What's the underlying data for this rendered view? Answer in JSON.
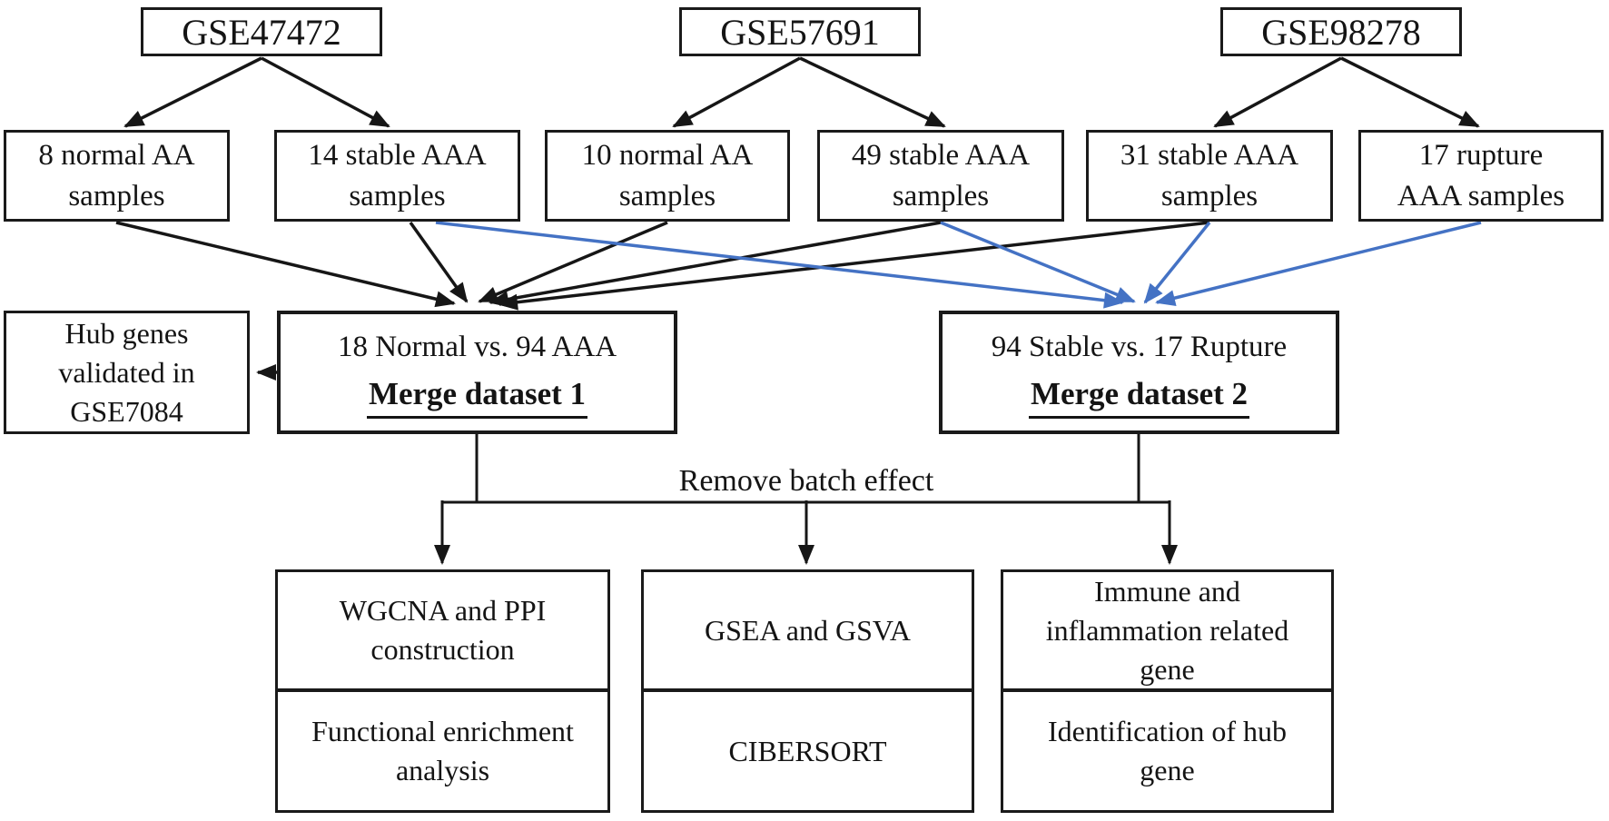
{
  "figure": {
    "title": "Study design flowchart",
    "background_color": "#ffffff",
    "line_color_black": "#161616",
    "line_color_blue": "#4472c4"
  },
  "datasets": [
    {
      "label": "GSE47472"
    },
    {
      "label": "GSE57691"
    },
    {
      "label": "GSE98278"
    }
  ],
  "samples": [
    {
      "lines": [
        "8 normal AA",
        "samples"
      ]
    },
    {
      "lines": [
        "14 stable AAA",
        "samples"
      ]
    },
    {
      "lines": [
        "10 normal AA",
        "samples"
      ]
    },
    {
      "lines": [
        "49 stable AAA",
        "samples"
      ]
    },
    {
      "lines": [
        "31 stable AAA",
        "samples"
      ]
    },
    {
      "lines": [
        "17 rupture",
        "AAA samples"
      ]
    }
  ],
  "merges": {
    "merge1": {
      "line1": "18 Normal vs. 94 AAA",
      "line2": "Merge dataset 1"
    },
    "merge2": {
      "line1": "94 Stable vs. 17 Rupture",
      "line2": "Merge dataset 2"
    }
  },
  "validation": {
    "lines": [
      "Hub genes",
      "validated in",
      "GSE7084"
    ]
  },
  "batch_label": "Remove batch effect",
  "analysis_columns": [
    {
      "top": [
        "WGCNA and PPI",
        "construction"
      ],
      "bottom": [
        "Functional enrichment",
        "analysis"
      ]
    },
    {
      "top": [
        "GSEA and GSVA"
      ],
      "bottom": [
        "CIBERSORT"
      ]
    },
    {
      "top": [
        "Immune and",
        "inflammation related",
        "gene"
      ],
      "bottom": [
        "Identification of hub",
        "gene"
      ]
    }
  ],
  "edges": [
    {
      "from": "GSE47472",
      "to": "8 normal AA samples",
      "color": "black"
    },
    {
      "from": "GSE47472",
      "to": "14 stable AAA samples",
      "color": "black"
    },
    {
      "from": "GSE57691",
      "to": "10 normal AA samples",
      "color": "black"
    },
    {
      "from": "GSE57691",
      "to": "49 stable AAA samples",
      "color": "black"
    },
    {
      "from": "GSE98278",
      "to": "31 stable AAA samples",
      "color": "black"
    },
    {
      "from": "GSE98278",
      "to": "17 rupture AAA samples",
      "color": "black"
    },
    {
      "from": "8 normal AA samples",
      "to": "Merge dataset 1",
      "color": "black"
    },
    {
      "from": "14 stable AAA samples",
      "to": "Merge dataset 1",
      "color": "black"
    },
    {
      "from": "10 normal AA samples",
      "to": "Merge dataset 1",
      "color": "black"
    },
    {
      "from": "49 stable AAA samples",
      "to": "Merge dataset 1",
      "color": "black"
    },
    {
      "from": "31 stable AAA samples",
      "to": "Merge dataset 1",
      "color": "black"
    },
    {
      "from": "14 stable AAA samples",
      "to": "Merge dataset 2",
      "color": "blue"
    },
    {
      "from": "49 stable AAA samples",
      "to": "Merge dataset 2",
      "color": "blue"
    },
    {
      "from": "31 stable AAA samples",
      "to": "Merge dataset 2",
      "color": "blue"
    },
    {
      "from": "17 rupture AAA samples",
      "to": "Merge dataset 2",
      "color": "blue"
    },
    {
      "from": "Merge dataset 1",
      "to": "Hub genes validated in GSE7084",
      "color": "black"
    },
    {
      "from": "Merge dataset 1",
      "to": "Remove batch effect",
      "color": "black"
    },
    {
      "from": "Merge dataset 2",
      "to": "Remove batch effect",
      "color": "black"
    },
    {
      "from": "Remove batch effect",
      "to": "WGCNA and PPI construction",
      "color": "black"
    },
    {
      "from": "Remove batch effect",
      "to": "GSEA and GSVA",
      "color": "black"
    },
    {
      "from": "Remove batch effect",
      "to": "Immune and inflammation related gene",
      "color": "black"
    }
  ]
}
